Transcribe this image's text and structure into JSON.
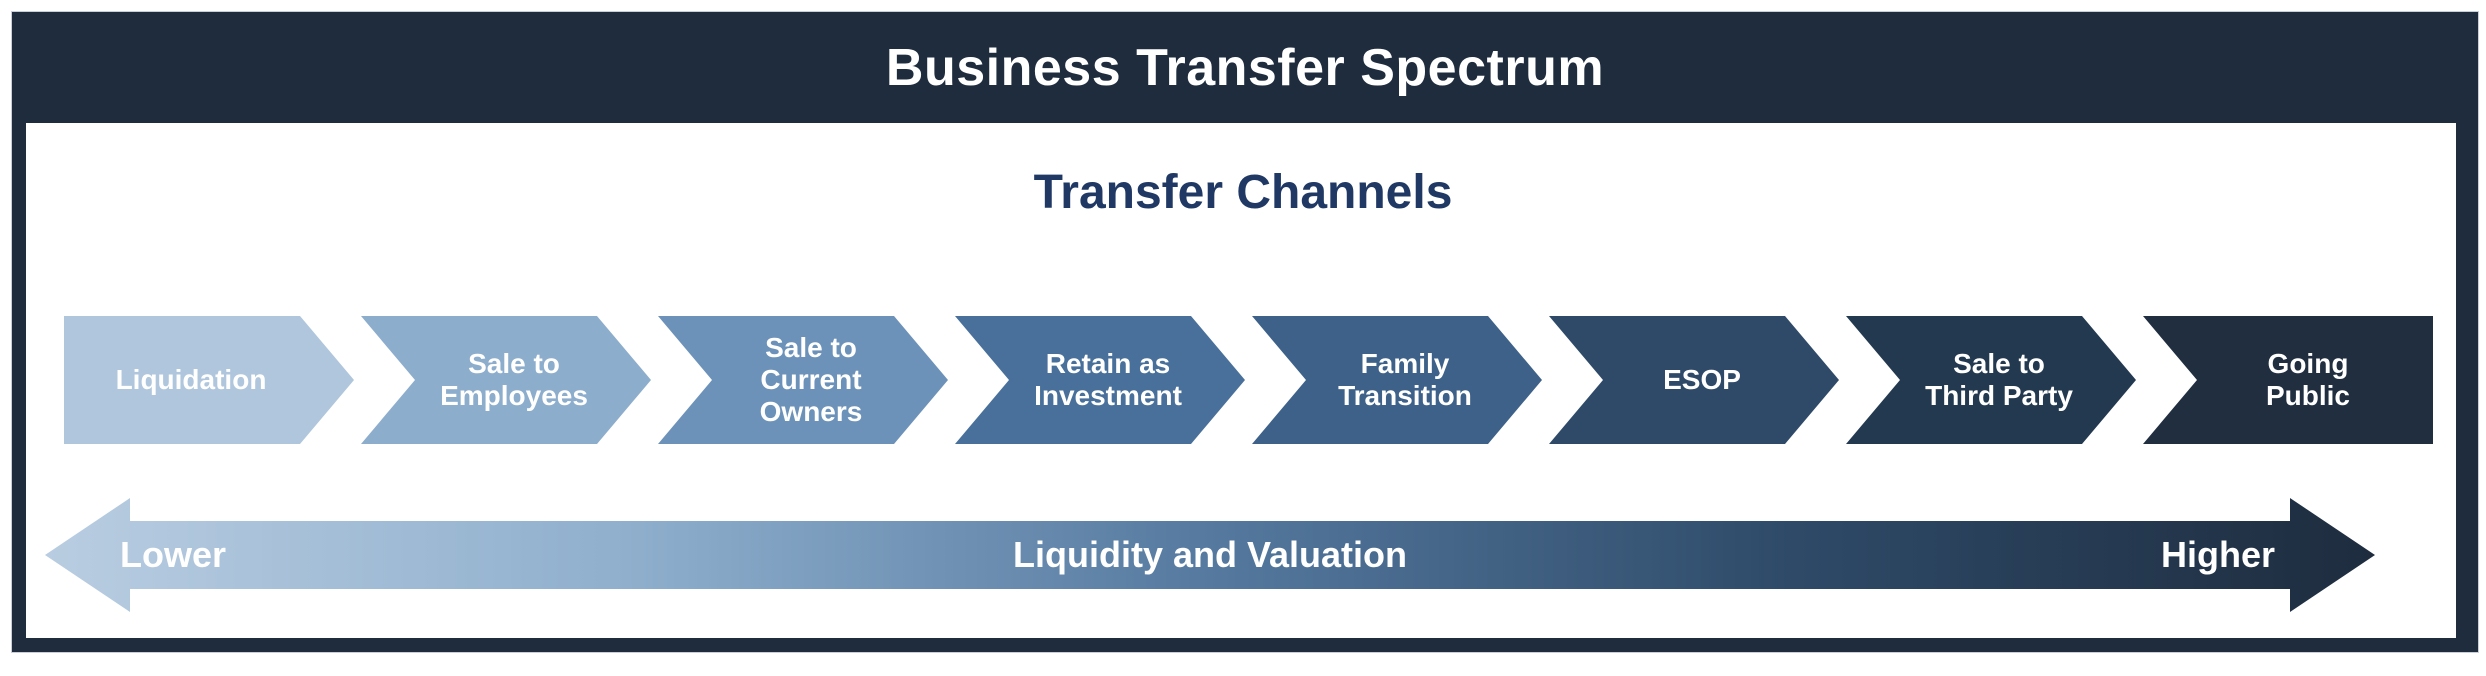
{
  "header": {
    "title": "Business Transfer Spectrum"
  },
  "subtitle": "Transfer Channels",
  "channels": [
    {
      "label": "Liquidation",
      "color": "#AFC6DC"
    },
    {
      "label": "Sale to\nEmployees",
      "color": "#8DADCC"
    },
    {
      "label": "Sale to\nCurrent\nOwners",
      "color": "#6C92B9"
    },
    {
      "label": "Retain as\nInvestment",
      "color": "#48709A"
    },
    {
      "label": "Family\nTransition",
      "color": "#3D6189"
    },
    {
      "label": "ESOP",
      "color": "#2E4A68"
    },
    {
      "label": "Sale to\nThird Party",
      "color": "#233950"
    },
    {
      "label": "Going\nPublic",
      "color": "#202E40"
    }
  ],
  "axis": {
    "left_label": "Lower",
    "center_label": "Liquidity and Valuation",
    "right_label": "Higher",
    "gradient": "linear-gradient(to right, #B9CDE1 0%, #8FAFCD 25%, #55799F 50%, #2E4A68 75%, #1E2C3E 100%)"
  },
  "colors": {
    "frame": "#1E2C3D",
    "subtitle_text": "#1F3864",
    "label_text": "#FFFFFF"
  }
}
